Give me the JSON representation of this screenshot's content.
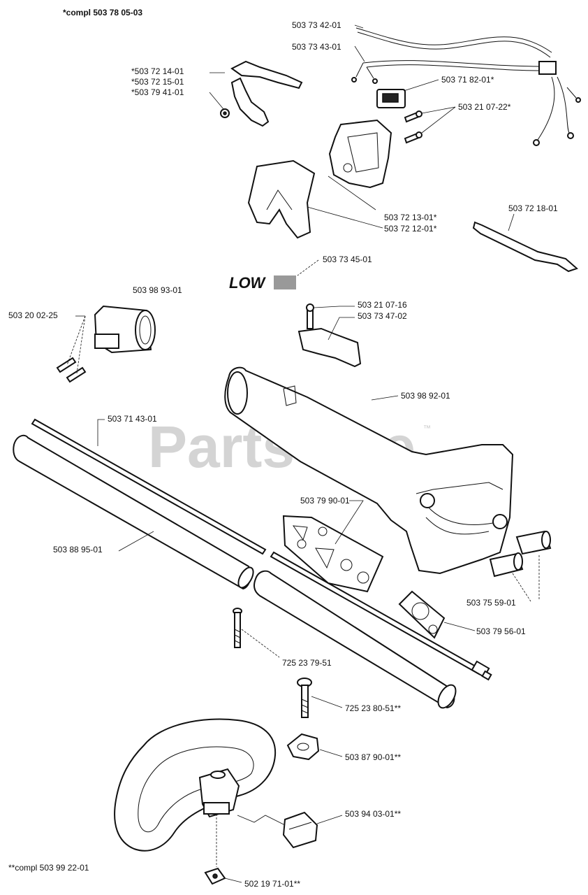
{
  "header": {
    "compl_note_top": "*compl 503 78 05-03",
    "compl_note_bottom": "**compl 503 99 22-01"
  },
  "watermark": {
    "text": "PartsTree",
    "trademark": "™"
  },
  "decal_text": "LOW",
  "labels": {
    "p1": "503 73 42-01",
    "p2": "503 73 43-01",
    "p3": "*503 72 14-01",
    "p4": "*503 72 15-01",
    "p5": "*503 79 41-01",
    "p6": "503 71 82-01*",
    "p7": "503 21 07-22*",
    "p8": "503 72 13-01*",
    "p9": "503 72 12-01*",
    "p10": "503 72 18-01",
    "p11": "503 73 45-01",
    "p12": "503 98 93-01",
    "p13": "503 20 02-25",
    "p14": "503 21 07-16",
    "p15": "503 73 47-02",
    "p16": "503 98 92-01",
    "p17": "503 71 43-01",
    "p18": "503 79 90-01",
    "p19": "503 88 95-01",
    "p20": "503 75 59-01",
    "p21": "503 79 56-01",
    "p22": "725 23 79-51",
    "p23": "725 23 80-51**",
    "p24": "503 87 90-01**",
    "p25": "503 94 03-01**",
    "p26": "502 19 71-01**"
  }
}
